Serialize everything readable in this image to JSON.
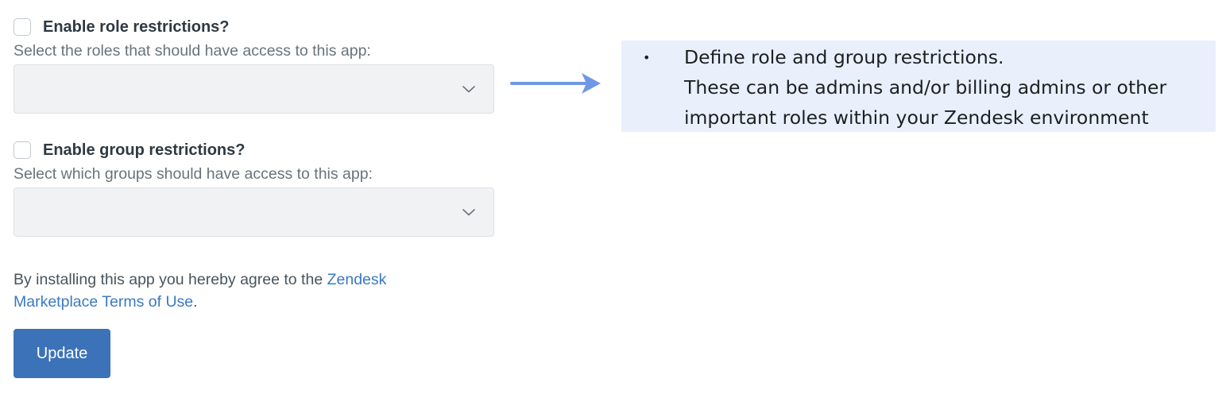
{
  "role_restrictions": {
    "checkbox_label": "Enable role restrictions?",
    "checked": false,
    "hint": "Select the roles that should have access to this app:",
    "selected_value": ""
  },
  "group_restrictions": {
    "checkbox_label": "Enable group restrictions?",
    "checked": false,
    "hint": "Select which groups should have access to this app:",
    "selected_value": ""
  },
  "terms": {
    "prefix": "By installing this app you hereby agree to the ",
    "link_text": "Zendesk Marketplace Terms of Use",
    "suffix": "."
  },
  "update_button": {
    "label": "Update"
  },
  "annotation": {
    "bullet": "•",
    "lines": [
      "Define role and group restrictions.",
      "These can be admins and/or billing admins or other",
      "important roles within your Zendesk environment"
    ]
  },
  "colors": {
    "primary_button": "#3b72b8",
    "link": "#3b79c2",
    "annotation_bg": "#e9f0fc",
    "arrow": "#6f97e6"
  }
}
